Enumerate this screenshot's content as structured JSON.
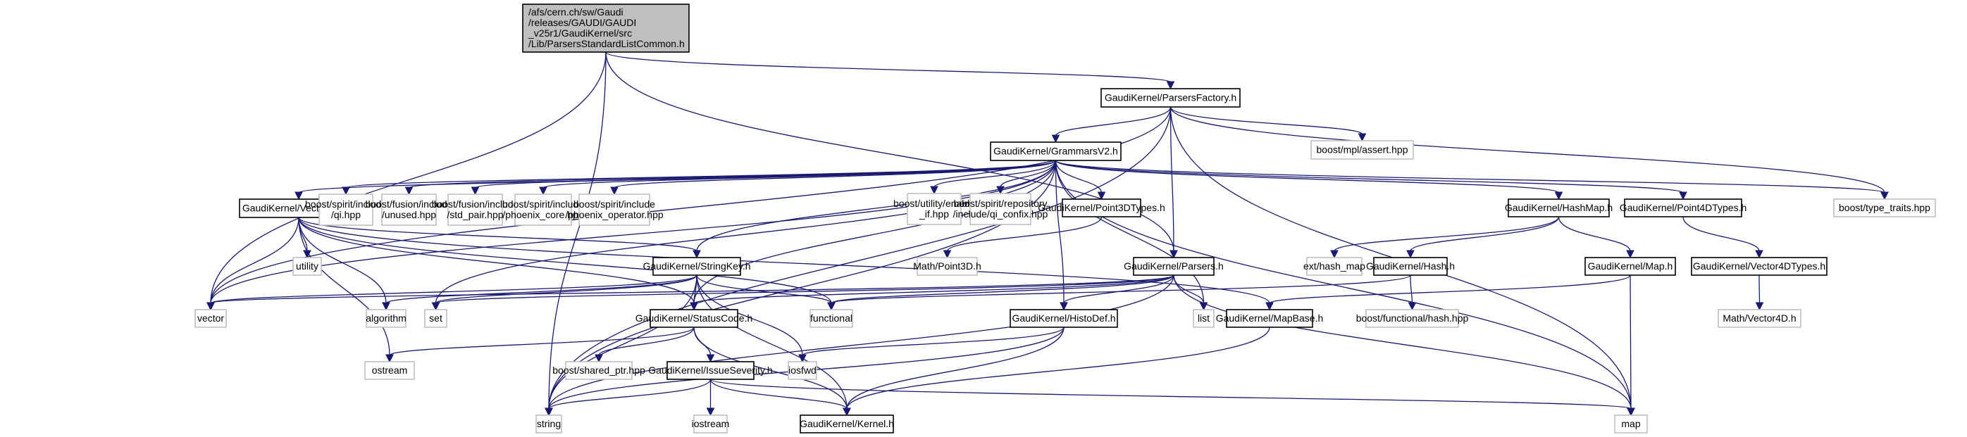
{
  "title": "Include dependency graph for ParsersStandardListCommon.h",
  "colors": {
    "edge": "#191970",
    "root_fill": "#bfbfbf",
    "external_border": "#bfbfbf",
    "internal_border": "#000000"
  },
  "nodes": [
    {
      "id": "root",
      "kind": "root",
      "lines": [
        "/afs/cern.ch/sw/Gaudi",
        "/releases/GAUDI/GAUDI",
        "_v25r1/GaudiKernel/src",
        "/Lib/ParsersStandardListCommon.h"
      ]
    },
    {
      "id": "parsersfactory",
      "kind": "internal",
      "lines": [
        "GaudiKernel/ParsersFactory.h"
      ]
    },
    {
      "id": "grammarsv2",
      "kind": "internal",
      "lines": [
        "GaudiKernel/GrammarsV2.h"
      ]
    },
    {
      "id": "mplassert",
      "kind": "external",
      "lines": [
        "boost/mpl/assert.hpp"
      ]
    },
    {
      "id": "vectormap",
      "kind": "internal",
      "lines": [
        "GaudiKernel/VectorMap.h"
      ]
    },
    {
      "id": "qi",
      "kind": "external",
      "lines": [
        "boost/spirit/include",
        "/qi.hpp"
      ]
    },
    {
      "id": "unused",
      "kind": "external",
      "lines": [
        "boost/fusion/include",
        "/unused.hpp"
      ]
    },
    {
      "id": "stdpair",
      "kind": "external",
      "lines": [
        "boost/fusion/include",
        "/std_pair.hpp"
      ]
    },
    {
      "id": "phxcore",
      "kind": "external",
      "lines": [
        "boost/spirit/include",
        "/phoenix_core.hpp"
      ]
    },
    {
      "id": "phxop",
      "kind": "external",
      "lines": [
        "boost/spirit/include",
        "/phoenix_operator.hpp"
      ]
    },
    {
      "id": "enableif",
      "kind": "external",
      "lines": [
        "boost/utility/enable",
        "_if.hpp"
      ]
    },
    {
      "id": "confix",
      "kind": "external",
      "lines": [
        "boost/spirit/repository",
        "/include/qi_confix.hpp"
      ]
    },
    {
      "id": "point3d",
      "kind": "internal",
      "lines": [
        "GaudiKernel/Point3DTypes.h"
      ]
    },
    {
      "id": "hashmap",
      "kind": "internal",
      "lines": [
        "GaudiKernel/HashMap.h"
      ]
    },
    {
      "id": "point4d",
      "kind": "internal",
      "lines": [
        "GaudiKernel/Point4DTypes.h"
      ]
    },
    {
      "id": "typetraits",
      "kind": "external",
      "lines": [
        "boost/type_traits.hpp"
      ]
    },
    {
      "id": "utility",
      "kind": "external",
      "lines": [
        "utility"
      ]
    },
    {
      "id": "stringkey",
      "kind": "internal",
      "lines": [
        "GaudiKernel/StringKey.h"
      ]
    },
    {
      "id": "mathpoint3d",
      "kind": "external",
      "lines": [
        "Math/Point3D.h"
      ]
    },
    {
      "id": "parsers",
      "kind": "internal",
      "lines": [
        "GaudiKernel/Parsers.h"
      ]
    },
    {
      "id": "exthashmap",
      "kind": "external",
      "lines": [
        "ext/hash_map"
      ]
    },
    {
      "id": "hash",
      "kind": "internal",
      "lines": [
        "GaudiKernel/Hash.h"
      ]
    },
    {
      "id": "map_h",
      "kind": "internal",
      "lines": [
        "GaudiKernel/Map.h"
      ]
    },
    {
      "id": "vector4d",
      "kind": "internal",
      "lines": [
        "GaudiKernel/Vector4DTypes.h"
      ]
    },
    {
      "id": "vector",
      "kind": "external",
      "lines": [
        "vector"
      ]
    },
    {
      "id": "algorithm",
      "kind": "external",
      "lines": [
        "algorithm"
      ]
    },
    {
      "id": "set",
      "kind": "external",
      "lines": [
        "set"
      ]
    },
    {
      "id": "statuscode",
      "kind": "internal",
      "lines": [
        "GaudiKernel/StatusCode.h"
      ]
    },
    {
      "id": "functional",
      "kind": "external",
      "lines": [
        "functional"
      ]
    },
    {
      "id": "histodef",
      "kind": "internal",
      "lines": [
        "GaudiKernel/HistoDef.h"
      ]
    },
    {
      "id": "list",
      "kind": "external",
      "lines": [
        "list"
      ]
    },
    {
      "id": "mapbase",
      "kind": "internal",
      "lines": [
        "GaudiKernel/MapBase.h"
      ]
    },
    {
      "id": "fnhash",
      "kind": "external",
      "lines": [
        "boost/functional/hash.hpp"
      ]
    },
    {
      "id": "mathvector4d",
      "kind": "external",
      "lines": [
        "Math/Vector4D.h"
      ]
    },
    {
      "id": "ostream",
      "kind": "external",
      "lines": [
        "ostream"
      ]
    },
    {
      "id": "sharedptr",
      "kind": "external",
      "lines": [
        "boost/shared_ptr.hpp"
      ]
    },
    {
      "id": "issueseverity",
      "kind": "internal",
      "lines": [
        "GaudiKernel/IssueSeverity.h"
      ]
    },
    {
      "id": "iosfwd",
      "kind": "external",
      "lines": [
        "iosfwd"
      ]
    },
    {
      "id": "string",
      "kind": "external",
      "lines": [
        "string"
      ]
    },
    {
      "id": "iostream",
      "kind": "external",
      "lines": [
        "iostream"
      ]
    },
    {
      "id": "kernel",
      "kind": "internal",
      "lines": [
        "GaudiKernel/Kernel.h"
      ]
    },
    {
      "id": "map",
      "kind": "external",
      "lines": [
        "map"
      ]
    }
  ],
  "edges": [
    [
      "root",
      "parsersfactory"
    ],
    [
      "root",
      "string"
    ],
    [
      "root",
      "vector"
    ],
    [
      "root",
      "parsers"
    ],
    [
      "parsersfactory",
      "grammarsv2"
    ],
    [
      "parsersfactory",
      "mplassert"
    ],
    [
      "parsersfactory",
      "typetraits"
    ],
    [
      "parsersfactory",
      "vector"
    ],
    [
      "parsersfactory",
      "map"
    ],
    [
      "parsersfactory",
      "string"
    ],
    [
      "parsersfactory",
      "parsers"
    ],
    [
      "grammarsv2",
      "vectormap"
    ],
    [
      "grammarsv2",
      "qi"
    ],
    [
      "grammarsv2",
      "unused"
    ],
    [
      "grammarsv2",
      "stdpair"
    ],
    [
      "grammarsv2",
      "phxcore"
    ],
    [
      "grammarsv2",
      "phxop"
    ],
    [
      "grammarsv2",
      "enableif"
    ],
    [
      "grammarsv2",
      "confix"
    ],
    [
      "grammarsv2",
      "point3d"
    ],
    [
      "grammarsv2",
      "hashmap"
    ],
    [
      "grammarsv2",
      "point4d"
    ],
    [
      "grammarsv2",
      "typetraits"
    ],
    [
      "grammarsv2",
      "stringkey"
    ],
    [
      "grammarsv2",
      "vector"
    ],
    [
      "grammarsv2",
      "string"
    ],
    [
      "grammarsv2",
      "set"
    ],
    [
      "grammarsv2",
      "list"
    ],
    [
      "grammarsv2",
      "map"
    ],
    [
      "grammarsv2",
      "histodef"
    ],
    [
      "grammarsv2",
      "statuscode"
    ],
    [
      "vectormap",
      "utility"
    ],
    [
      "vectormap",
      "vector"
    ],
    [
      "vectormap",
      "algorithm"
    ],
    [
      "vectormap",
      "ostream"
    ],
    [
      "vectormap",
      "functional"
    ],
    [
      "vectormap",
      "stringkey"
    ],
    [
      "vectormap",
      "statuscode"
    ],
    [
      "vectormap",
      "mapbase"
    ],
    [
      "point3d",
      "mathpoint3d"
    ],
    [
      "hashmap",
      "exthashmap"
    ],
    [
      "hashmap",
      "hash"
    ],
    [
      "hashmap",
      "map_h"
    ],
    [
      "point4d",
      "vector4d"
    ],
    [
      "vector4d",
      "mathvector4d"
    ],
    [
      "hash",
      "functional"
    ],
    [
      "hash",
      "fnhash"
    ],
    [
      "map_h",
      "mapbase"
    ],
    [
      "map_h",
      "map"
    ],
    [
      "stringkey",
      "vector"
    ],
    [
      "stringkey",
      "algorithm"
    ],
    [
      "stringkey",
      "set"
    ],
    [
      "stringkey",
      "statuscode"
    ],
    [
      "stringkey",
      "functional"
    ],
    [
      "stringkey",
      "string"
    ],
    [
      "stringkey",
      "iosfwd"
    ],
    [
      "stringkey",
      "kernel"
    ],
    [
      "parsers",
      "vector"
    ],
    [
      "parsers",
      "set"
    ],
    [
      "parsers",
      "statuscode"
    ],
    [
      "parsers",
      "histodef"
    ],
    [
      "parsers",
      "list"
    ],
    [
      "parsers",
      "map"
    ],
    [
      "parsers",
      "string"
    ],
    [
      "parsers",
      "functional"
    ],
    [
      "statuscode",
      "ostream"
    ],
    [
      "statuscode",
      "sharedptr"
    ],
    [
      "statuscode",
      "issueseverity"
    ],
    [
      "statuscode",
      "kernel"
    ],
    [
      "histodef",
      "iosfwd"
    ],
    [
      "histodef",
      "string"
    ],
    [
      "histodef",
      "kernel"
    ],
    [
      "mapbase",
      "kernel"
    ],
    [
      "issueseverity",
      "string"
    ],
    [
      "issueseverity",
      "iostream"
    ],
    [
      "issueseverity",
      "kernel"
    ],
    [
      "issueseverity",
      "map"
    ]
  ]
}
